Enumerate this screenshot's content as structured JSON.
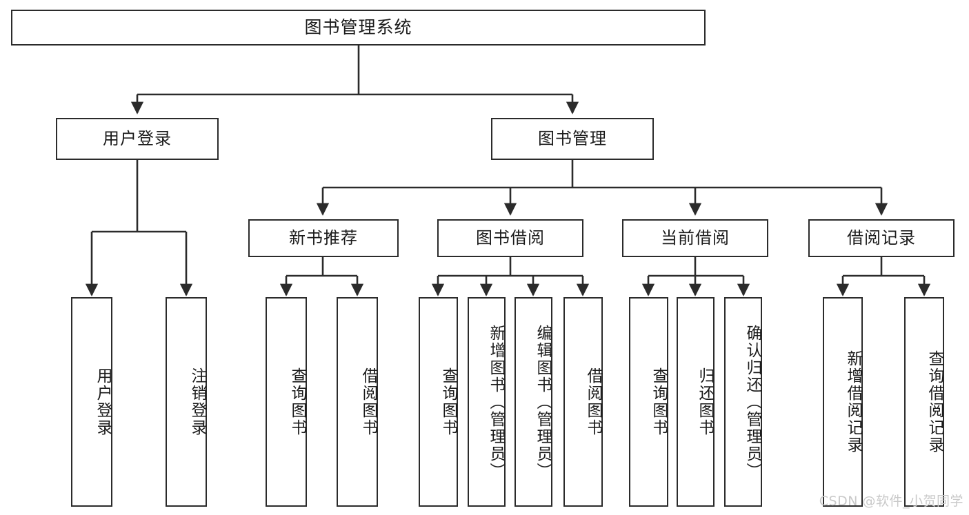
{
  "diagram": {
    "title": "图书管理系统",
    "type": "tree",
    "stroke_color": "#2b2b2b",
    "background_color": "#ffffff",
    "watermark": "CSDN @软件_小贺同学",
    "nodes": {
      "root": {
        "label": "图书管理系统"
      },
      "tier2": [
        {
          "id": "user-login",
          "label": "用户登录"
        },
        {
          "id": "book-mgmt",
          "label": "图书管理"
        }
      ],
      "tier3": [
        {
          "id": "new-book-rec",
          "label": "新书推荐"
        },
        {
          "id": "book-borrow",
          "label": "图书借阅"
        },
        {
          "id": "current-borrow",
          "label": "当前借阅"
        },
        {
          "id": "borrow-record",
          "label": "借阅记录"
        }
      ],
      "leaves": [
        {
          "id": "leaf-user-login",
          "parent": "user-login",
          "label": "用户登录"
        },
        {
          "id": "leaf-logout",
          "parent": "user-login",
          "label": "注销登录"
        },
        {
          "id": "leaf-query-book-1",
          "parent": "new-book-rec",
          "label": "查询图书"
        },
        {
          "id": "leaf-borrow-book-1",
          "parent": "new-book-rec",
          "label": "借阅图书"
        },
        {
          "id": "leaf-query-book-2",
          "parent": "book-borrow",
          "label": "查询图书"
        },
        {
          "id": "leaf-add-book",
          "parent": "book-borrow",
          "label": "新增图书（管理员）"
        },
        {
          "id": "leaf-edit-book",
          "parent": "book-borrow",
          "label": "编辑图书（管理员）"
        },
        {
          "id": "leaf-borrow-book-2",
          "parent": "book-borrow",
          "label": "借阅图书"
        },
        {
          "id": "leaf-query-book-3",
          "parent": "current-borrow",
          "label": "查询图书"
        },
        {
          "id": "leaf-return-book",
          "parent": "current-borrow",
          "label": "归还图书"
        },
        {
          "id": "leaf-confirm-return",
          "parent": "current-borrow",
          "label": "确认归还（管理员）"
        },
        {
          "id": "leaf-add-record",
          "parent": "borrow-record",
          "label": "新增借阅记录"
        },
        {
          "id": "leaf-query-record",
          "parent": "borrow-record",
          "label": "查询借阅记录"
        }
      ]
    }
  }
}
